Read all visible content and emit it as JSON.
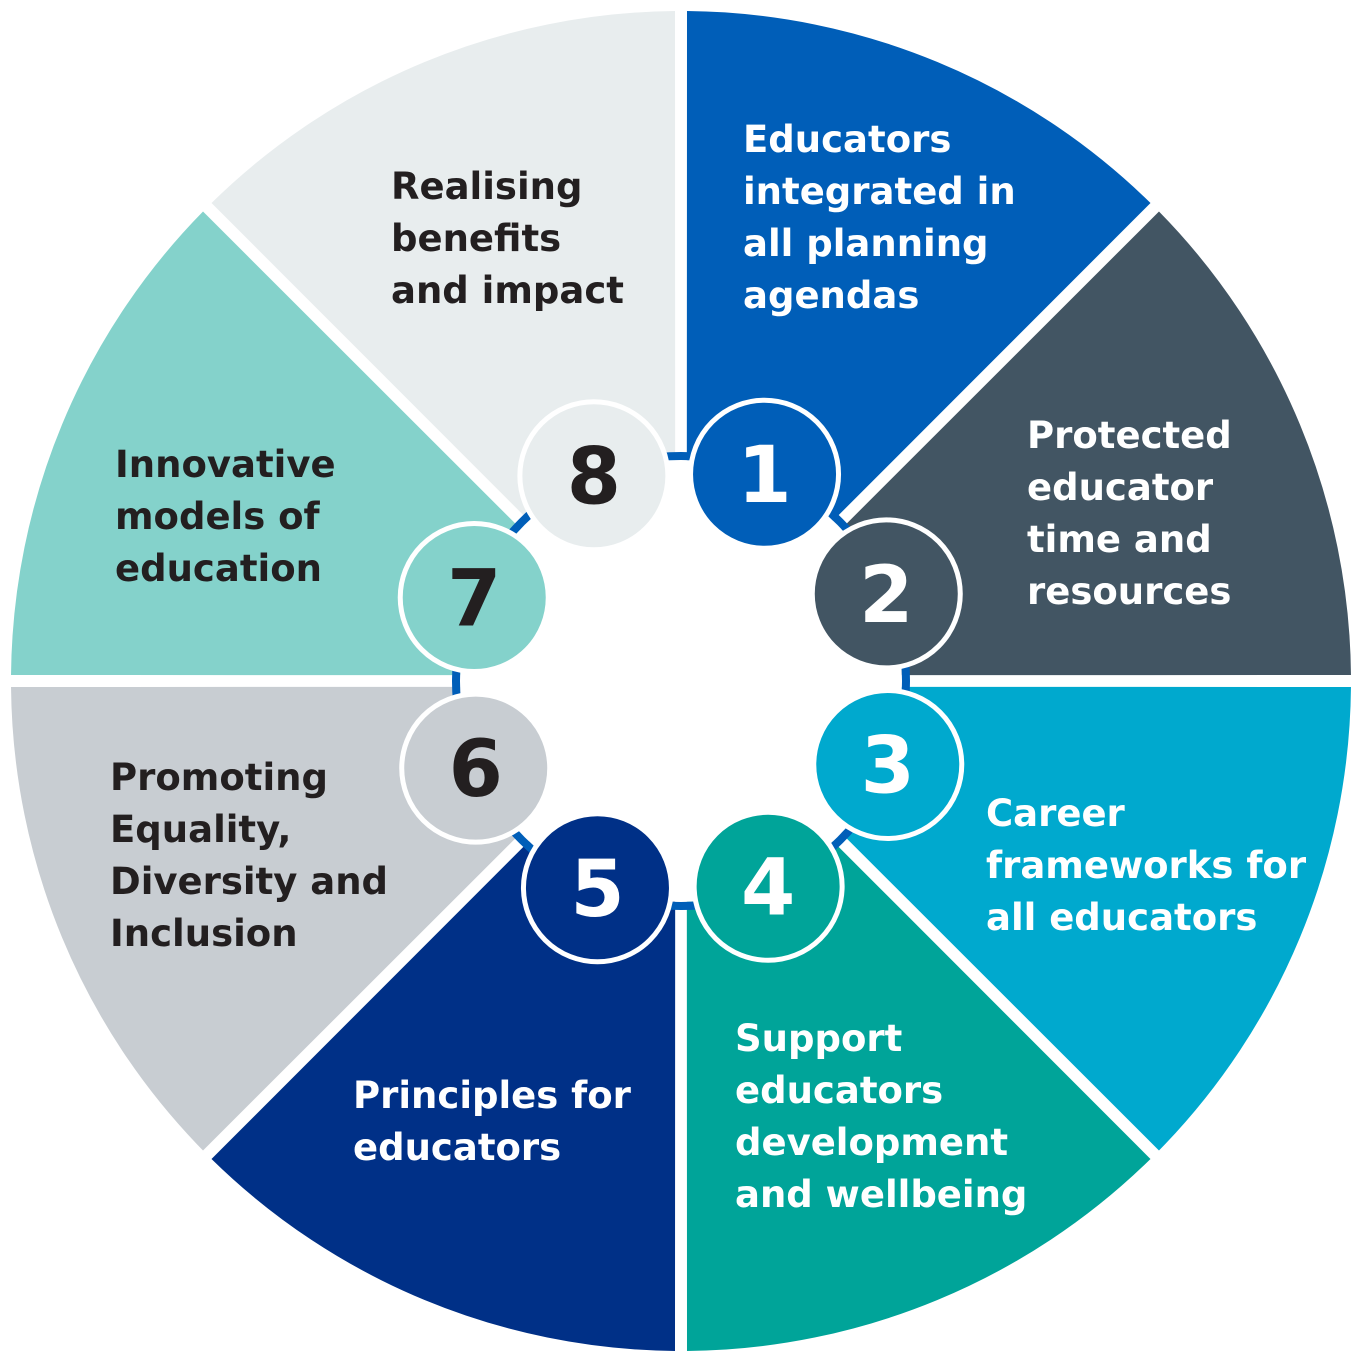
{
  "segments": [
    {
      "number": "1",
      "lines": [
        "Educators",
        "integrated in",
        "all planning",
        "agendas"
      ],
      "color": "#005EB8",
      "text_color": "#FFFFFF"
    },
    {
      "number": "2",
      "lines": [
        "Protected",
        "educator",
        "time and",
        "resources"
      ],
      "color": "#425563",
      "text_color": "#FFFFFF"
    },
    {
      "number": "3",
      "lines": [
        "Career",
        "frameworks for",
        "all educators"
      ],
      "color": "#00A9CE",
      "text_color": "#FFFFFF"
    },
    {
      "number": "4",
      "lines": [
        "Support",
        "educators",
        "development",
        "and wellbeing"
      ],
      "color": "#00A499",
      "text_color": "#FFFFFF"
    },
    {
      "number": "5",
      "lines": [
        "Principles for",
        "educators"
      ],
      "color": "#003087",
      "text_color": "#FFFFFF"
    },
    {
      "number": "6",
      "lines": [
        "Promoting",
        "Equality,",
        "Diversity and",
        "Inclusion"
      ],
      "color": "#C8CDD2",
      "text_color": "#231F20"
    },
    {
      "number": "7",
      "lines": [
        "Innovative",
        "models of",
        "education"
      ],
      "color": "#84D2CB",
      "text_color": "#231F20"
    },
    {
      "number": "8",
      "lines": [
        "Realising",
        "benefits",
        "and impact"
      ],
      "color": "#E8EDEE",
      "text_color": "#231F20"
    }
  ],
  "ring_color": "#005EB8"
}
